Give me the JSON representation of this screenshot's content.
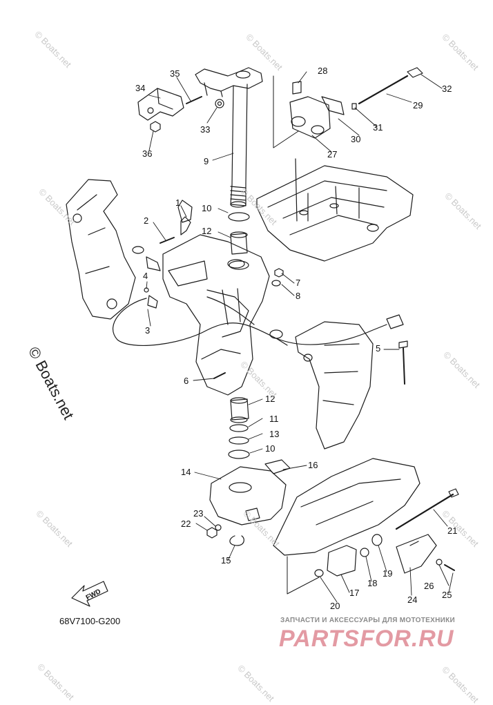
{
  "diagram": {
    "drawing_code": "68V7100-G200",
    "copyright_watermark": "© Boats.net",
    "repeated_watermark": "© Boats.net",
    "fwd_marker": "FWD",
    "shop_tagline": "ЗАПЧАСТИ И АКСЕССУАРЫ ДЛЯ МОТОТЕХНИКИ",
    "shop_logo": "PARTSFOR.RU",
    "line_color": "#1a1a1a",
    "watermark_color": "#c9c9c9",
    "logo_color": "#e39aa3"
  },
  "part_numbers": [
    {
      "id": "p1",
      "label": "1"
    },
    {
      "id": "p2",
      "label": "2"
    },
    {
      "id": "p3",
      "label": "3"
    },
    {
      "id": "p4",
      "label": "4"
    },
    {
      "id": "p5",
      "label": "5"
    },
    {
      "id": "p6",
      "label": "6"
    },
    {
      "id": "p7",
      "label": "7"
    },
    {
      "id": "p8",
      "label": "8"
    },
    {
      "id": "p9",
      "label": "9"
    },
    {
      "id": "p10a",
      "label": "10"
    },
    {
      "id": "p10b",
      "label": "10"
    },
    {
      "id": "p11",
      "label": "11"
    },
    {
      "id": "p12a",
      "label": "12"
    },
    {
      "id": "p12b",
      "label": "12"
    },
    {
      "id": "p13",
      "label": "13"
    },
    {
      "id": "p14",
      "label": "14"
    },
    {
      "id": "p15",
      "label": "15"
    },
    {
      "id": "p16",
      "label": "16"
    },
    {
      "id": "p17",
      "label": "17"
    },
    {
      "id": "p18",
      "label": "18"
    },
    {
      "id": "p19",
      "label": "19"
    },
    {
      "id": "p20",
      "label": "20"
    },
    {
      "id": "p21",
      "label": "21"
    },
    {
      "id": "p22",
      "label": "22"
    },
    {
      "id": "p23",
      "label": "23"
    },
    {
      "id": "p24",
      "label": "24"
    },
    {
      "id": "p25",
      "label": "25"
    },
    {
      "id": "p26",
      "label": "26"
    },
    {
      "id": "p27",
      "label": "27"
    },
    {
      "id": "p28",
      "label": "28"
    },
    {
      "id": "p29",
      "label": "29"
    },
    {
      "id": "p30",
      "label": "30"
    },
    {
      "id": "p31",
      "label": "31"
    },
    {
      "id": "p32",
      "label": "32"
    },
    {
      "id": "p33",
      "label": "33"
    },
    {
      "id": "p34",
      "label": "34"
    },
    {
      "id": "p35",
      "label": "35"
    },
    {
      "id": "p36",
      "label": "36"
    }
  ]
}
